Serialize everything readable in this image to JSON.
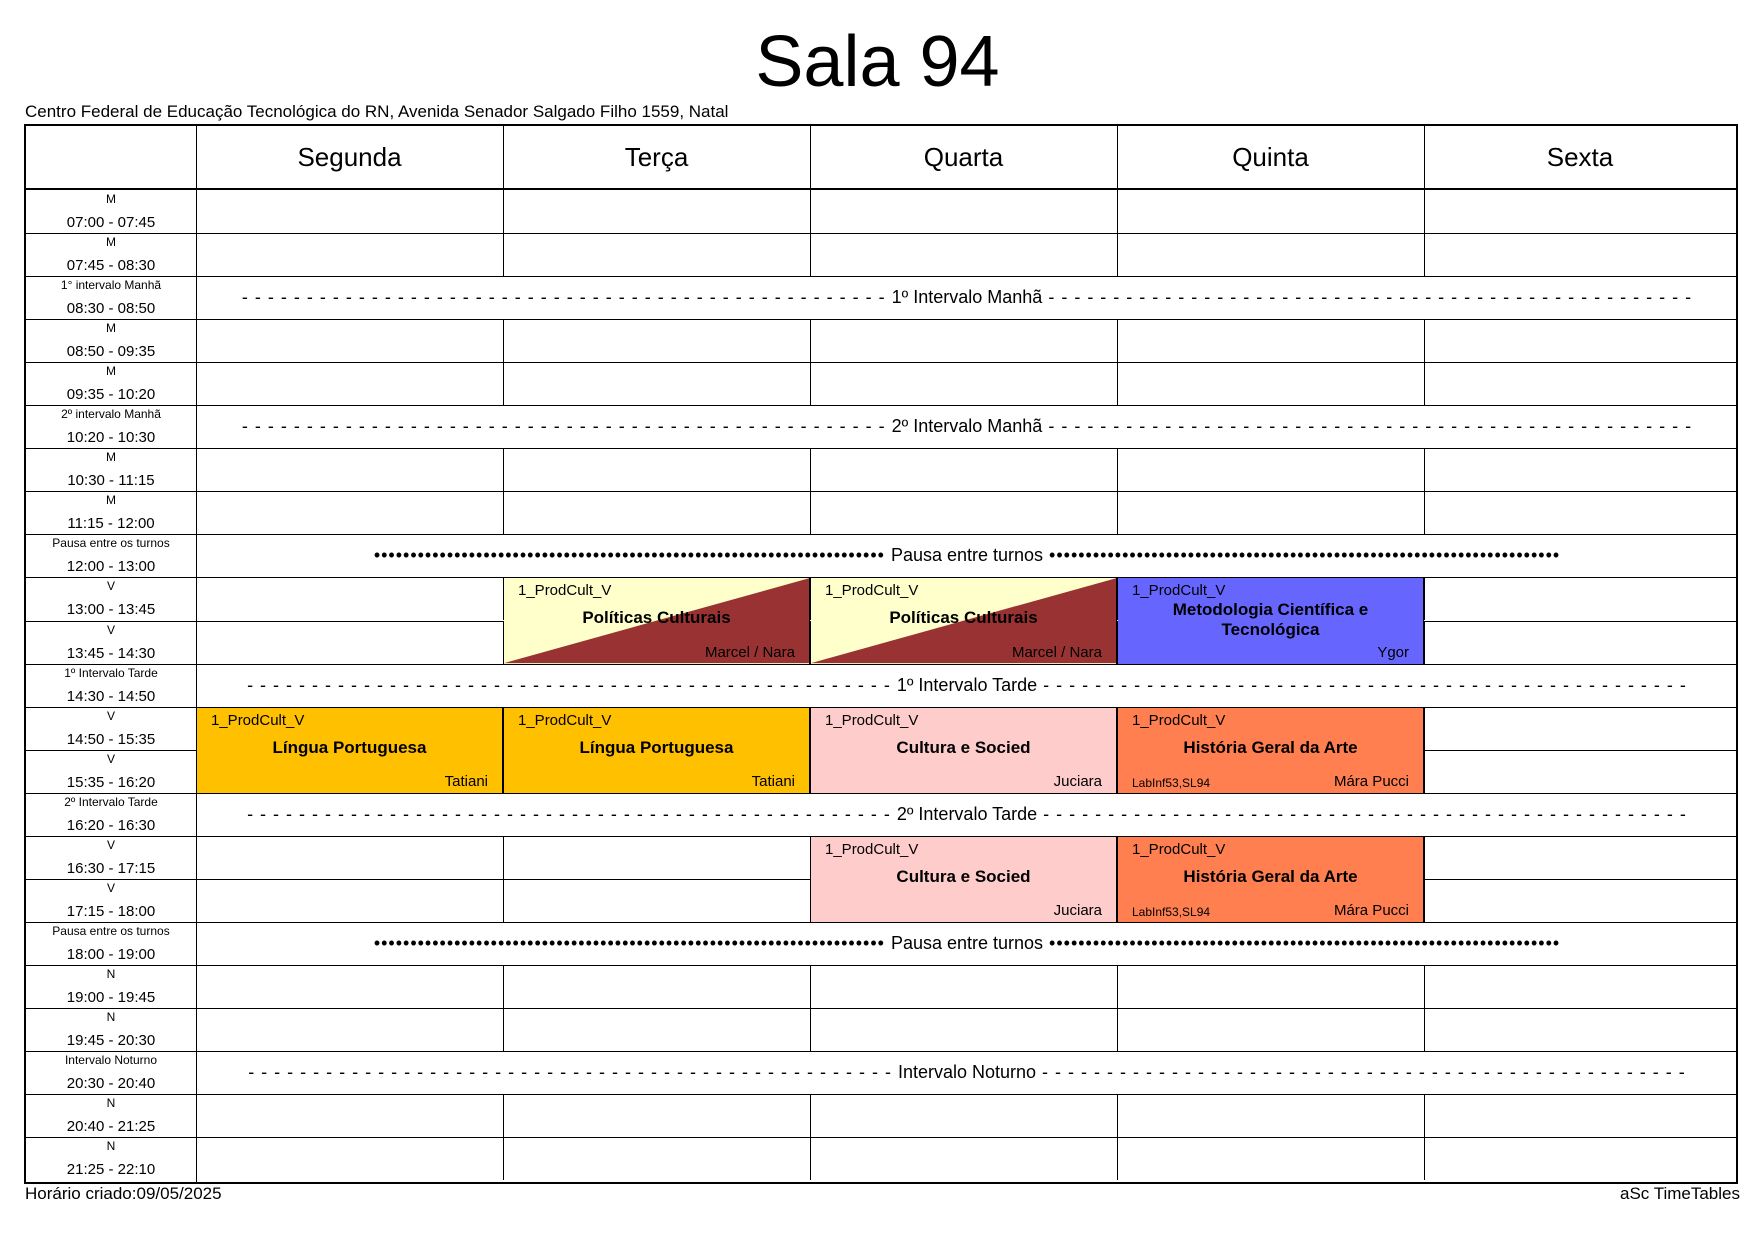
{
  "title": "Sala 94",
  "address": "Centro Federal de Educação Tecnológica do RN, Avenida Senador Salgado Filho 1559, Natal",
  "days": [
    "Segunda",
    "Terça",
    "Quarta",
    "Quinta",
    "Sexta"
  ],
  "periods": [
    {
      "name": "M",
      "time": "07:00 - 07:45"
    },
    {
      "name": "M",
      "time": "07:45 - 08:30"
    },
    {
      "name": "1° intervalo Manhã",
      "time": "08:30 - 08:50",
      "break": "1º Intervalo Manhã",
      "style": "dash"
    },
    {
      "name": "M",
      "time": "08:50 - 09:35"
    },
    {
      "name": "M",
      "time": "09:35 - 10:20"
    },
    {
      "name": "2º intervalo Manhã",
      "time": "10:20 - 10:30",
      "break": "2º Intervalo Manhã",
      "style": "dash"
    },
    {
      "name": "M",
      "time": "10:30 - 11:15"
    },
    {
      "name": "M",
      "time": "11:15 - 12:00"
    },
    {
      "name": "Pausa entre os turnos",
      "time": "12:00 - 13:00",
      "break": "Pausa entre turnos",
      "style": "dot"
    },
    {
      "name": "V",
      "time": "13:00 - 13:45"
    },
    {
      "name": "V",
      "time": "13:45 - 14:30"
    },
    {
      "name": "1º Intervalo Tarde",
      "time": "14:30 - 14:50",
      "break": "1º Intervalo Tarde",
      "style": "dash"
    },
    {
      "name": "V",
      "time": "14:50 - 15:35"
    },
    {
      "name": "V",
      "time": "15:35 - 16:20"
    },
    {
      "name": "2º Intervalo Tarde",
      "time": "16:20 - 16:30",
      "break": "2º Intervalo Tarde",
      "style": "dash"
    },
    {
      "name": "V",
      "time": "16:30 - 17:15"
    },
    {
      "name": "V",
      "time": "17:15 - 18:00"
    },
    {
      "name": "Pausa entre os turnos",
      "time": "18:00 - 19:00",
      "break": "Pausa entre turnos",
      "style": "dot"
    },
    {
      "name": "N",
      "time": "19:00 - 19:45"
    },
    {
      "name": "N",
      "time": "19:45 - 20:30"
    },
    {
      "name": "Intervalo Noturno",
      "time": "20:30 - 20:40",
      "break": "Intervalo Noturno",
      "style": "dash"
    },
    {
      "name": "N",
      "time": "20:40 - 21:25"
    },
    {
      "name": "N",
      "time": "21:25 - 22:10"
    }
  ],
  "lessons": [
    {
      "day": 1,
      "start": 9,
      "span": 2,
      "group": "1_ProdCult_V",
      "subject": "Políticas Culturais",
      "teacher": "Marcel / Nara",
      "room": "",
      "color": "#ffffcc",
      "color2": "#993333"
    },
    {
      "day": 2,
      "start": 9,
      "span": 2,
      "group": "1_ProdCult_V",
      "subject": "Políticas Culturais",
      "teacher": "Marcel / Nara",
      "room": "",
      "color": "#ffffcc",
      "color2": "#993333"
    },
    {
      "day": 3,
      "start": 9,
      "span": 2,
      "group": "1_ProdCult_V",
      "subject": "Metodologia Científica e Tecnológica",
      "teacher": "Ygor",
      "room": "",
      "color": "#6666ff"
    },
    {
      "day": 0,
      "start": 12,
      "span": 2,
      "group": "1_ProdCult_V",
      "subject": "Língua Portuguesa",
      "teacher": "Tatiani",
      "room": "",
      "color": "#ffc000"
    },
    {
      "day": 1,
      "start": 12,
      "span": 2,
      "group": "1_ProdCult_V",
      "subject": "Língua Portuguesa",
      "teacher": "Tatiani",
      "room": "",
      "color": "#ffc000"
    },
    {
      "day": 2,
      "start": 12,
      "span": 2,
      "group": "1_ProdCult_V",
      "subject": "Cultura e Socied",
      "teacher": "Juciara",
      "room": "",
      "color": "#ffcccc"
    },
    {
      "day": 3,
      "start": 12,
      "span": 2,
      "group": "1_ProdCult_V",
      "subject": "História Geral da Arte",
      "teacher": "Mára Pucci",
      "room": "LabInf53,SL94",
      "color": "#ff7f50"
    },
    {
      "day": 2,
      "start": 15,
      "span": 2,
      "group": "1_ProdCult_V",
      "subject": "Cultura e Socied",
      "teacher": "Juciara",
      "room": "",
      "color": "#ffcccc"
    },
    {
      "day": 3,
      "start": 15,
      "span": 2,
      "group": "1_ProdCult_V",
      "subject": "História Geral da Arte",
      "teacher": "Mára Pucci",
      "room": "LabInf53,SL94",
      "color": "#ff7f50"
    }
  ],
  "footer": {
    "created": "Horário criado:09/05/2025",
    "software": "aSc TimeTables"
  }
}
